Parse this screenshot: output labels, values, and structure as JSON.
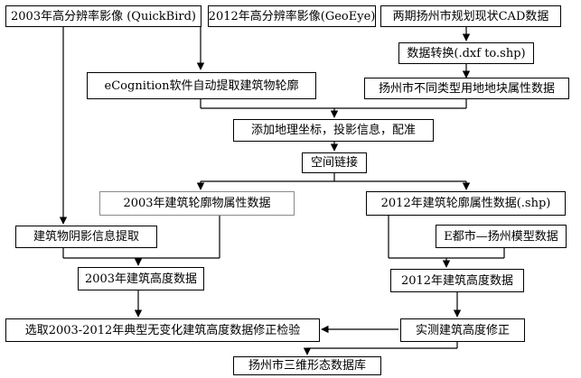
{
  "nodes": {
    "img2003": "2003年高分辨率影像 (QuickBird)",
    "img2012": "2012年高分辨率影像(GeoEye)",
    "cad": "两期扬州市规划现状CAD数据",
    "convert": "数据转换(.dxf to.shp)",
    "ecog": "eCognition软件自动提取建筑物轮廓",
    "landuse": "扬州市不同类型用地地块属性数据",
    "georef": "添加地理坐标，投影信息，配准",
    "spatial": "空间链接",
    "attr2003": "2003年建筑轮廓物属性数据",
    "attr2012": "2012年建筑轮廓属性数据(.shp)",
    "shadow": "建筑物阴影信息提取",
    "emodel": "E都市—扬州模型数据",
    "height2003": "2003年建筑高度数据",
    "height2012": "2012年建筑高度数据",
    "select": "选取2003-2012年典型无变化建筑高度数据修正检验",
    "correct": "实测建筑高度修正",
    "db": "扬州市三维形态数据库"
  }
}
